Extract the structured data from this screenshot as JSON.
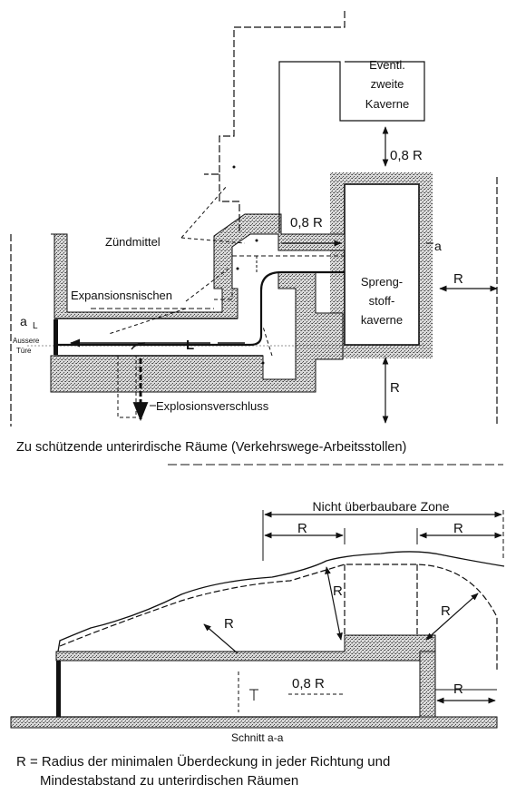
{
  "labels": {
    "eventl1": "Eventl.",
    "eventl2": "zweite",
    "eventl3": "Kaverne",
    "r08_top": "0,8 R",
    "r08_side": "0,8 R",
    "zuendmittel": "Zündmittel",
    "a_right": "a",
    "R_right": "R",
    "spreng1": "Spreng-",
    "spreng2": "stoff-",
    "spreng3": "kaverne",
    "expansionsnischen": "Expansionsnischen",
    "a_left": "a",
    "L_small": "L",
    "aussere": "Aussere",
    "tuere": "Türe",
    "L_big": "L",
    "R_down": "R",
    "explosionsverschluss": "Explosionsverschluss",
    "caption_top": "Zu schützende unterirdische Räume (Verkehrswege-Arbeitsstollen)",
    "zone": "Nicht überbaubare Zone",
    "R_zone_left": "R",
    "R_zone_right": "R",
    "R_slope": "R",
    "R_mid": "R",
    "R_arc": "R",
    "r08_section": "0,8 R",
    "R_section_right": "R",
    "schnitt": "Schnitt a-a",
    "legend1": "R = Radius der minimalen Überdeckung in jeder Richtung und",
    "legend2": "Mindestabstand zu unterirdischen Räumen"
  }
}
